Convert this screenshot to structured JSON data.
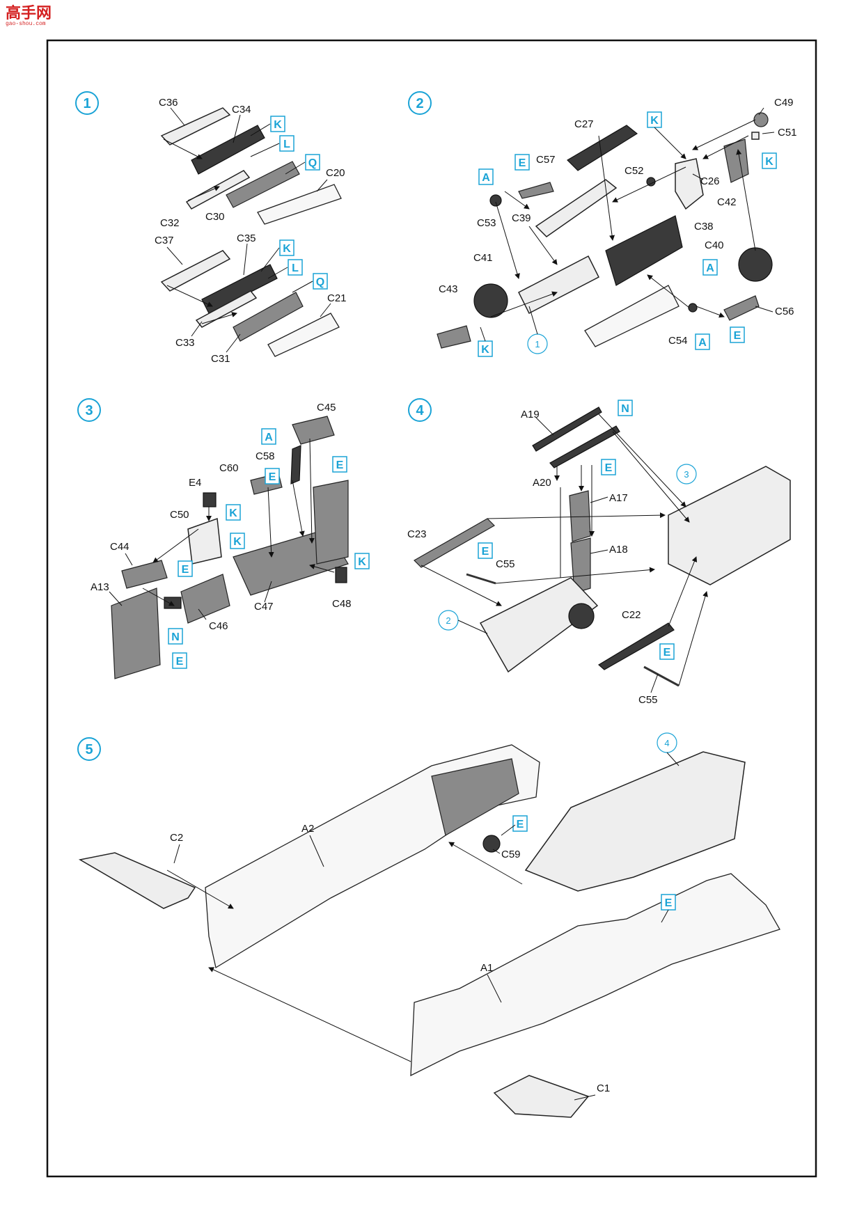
{
  "logo": {
    "text": "高手网",
    "sub": "gao-shou.com"
  },
  "steps": {
    "s1": {
      "num": "1",
      "parts": [
        "C36",
        "C34",
        "C32",
        "C30",
        "C20",
        "C37",
        "C35",
        "C33",
        "C31",
        "C21"
      ],
      "colors": [
        "K",
        "L",
        "Q",
        "K",
        "L",
        "Q"
      ]
    },
    "s2": {
      "num": "2",
      "parts": [
        "C27",
        "C49",
        "C51",
        "C57",
        "C52",
        "C26",
        "C42",
        "C53",
        "C39",
        "C38",
        "C41",
        "C40",
        "C43",
        "C54",
        "C56"
      ],
      "colors": [
        "K",
        "E",
        "A",
        "K",
        "K",
        "A",
        "A",
        "E",
        "K"
      ],
      "ref": "1"
    },
    "s3": {
      "num": "3",
      "parts": [
        "C45",
        "C58",
        "C60",
        "E4",
        "C50",
        "C44",
        "A13",
        "C46",
        "C47",
        "C48"
      ],
      "colors": [
        "A",
        "E",
        "E",
        "K",
        "K",
        "E",
        "K",
        "N",
        "E"
      ]
    },
    "s4": {
      "num": "4",
      "parts": [
        "A19",
        "A20",
        "A17",
        "A18",
        "C23",
        "C55",
        "C22",
        "C55"
      ],
      "colors": [
        "N",
        "E",
        "E",
        "E"
      ],
      "refs": [
        "3",
        "2"
      ]
    },
    "s5": {
      "num": "5",
      "parts": [
        "C2",
        "A2",
        "C59",
        "A1",
        "C1"
      ],
      "colors": [
        "E",
        "E"
      ],
      "ref": "4"
    }
  }
}
